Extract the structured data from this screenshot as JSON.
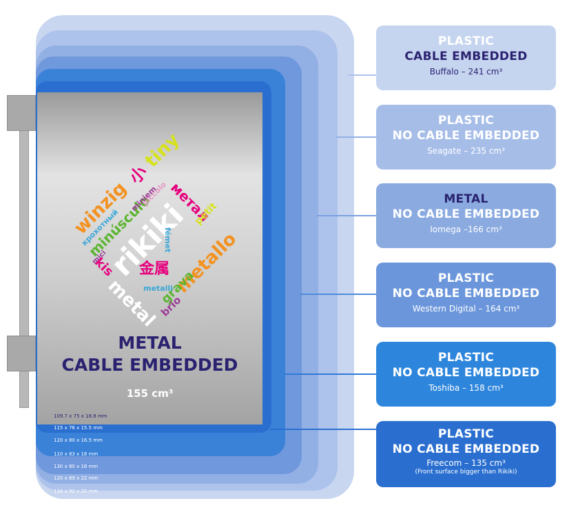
{
  "main": {
    "title_line1": "METAL",
    "title_line2": "CABLE EMBEDDED",
    "volume": "155 cm³"
  },
  "dimensions": [
    "109.7 x 75 x 18.8 mm",
    "115 x 76 x 15.5 mm",
    "120 x 80 x 16.5 mm",
    "110 x 83 x 18 mm",
    "130 x 80 x 16 mm",
    "120 x 89 x 22 mm",
    "134 x 90 x 20 mm"
  ],
  "comparisons": [
    {
      "line1": "PLASTIC",
      "line2": "CABLE EMBEDDED",
      "sub": "Buffalo – 241 cm³",
      "color": "#c5d4ef"
    },
    {
      "line1": "PLASTIC",
      "line2": "NO CABLE EMBEDDED",
      "sub": "Seagate – 235 cm³",
      "color": "#a6bde8"
    },
    {
      "line1": "METAL",
      "line2": "NO CABLE EMBEDDED",
      "sub": "Iomega –166 cm³",
      "color": "#8aaae0"
    },
    {
      "line1": "PLASTIC",
      "line2": "NO CABLE EMBEDDED",
      "sub": "Western Digital – 164 cm³",
      "color": "#6b96db"
    },
    {
      "line1": "PLASTIC",
      "line2": "NO CABLE EMBEDDED",
      "sub": "Toshiba – 158 cm³",
      "color": "#2e86dc"
    },
    {
      "line1": "PLASTIC",
      "line2": "NO CABLE EMBEDDED",
      "sub": "Freecom – 135 cm³",
      "note": "(Front surface bigger than Rikiki)",
      "color": "#2a6fd0"
    }
  ],
  "logo_words": [
    "rikiki",
    "winzig",
    "小",
    "tiny",
    "метал",
    "minúsculo",
    "кpохотный",
    "miniem",
    "piccolo",
    "metallo",
    "metal",
    "kis",
    "金属",
    "grava",
    "brio",
    "fémet",
    "metalli",
    "mici",
    "petit"
  ],
  "colors": {
    "navy": "#2a2270",
    "metal_grey": "#b9b9b9",
    "layer_blues": [
      "#c8d6f0",
      "#aec3ec",
      "#93b0e4",
      "#6f98dd",
      "#3a82d8",
      "#2a6fd0"
    ]
  }
}
